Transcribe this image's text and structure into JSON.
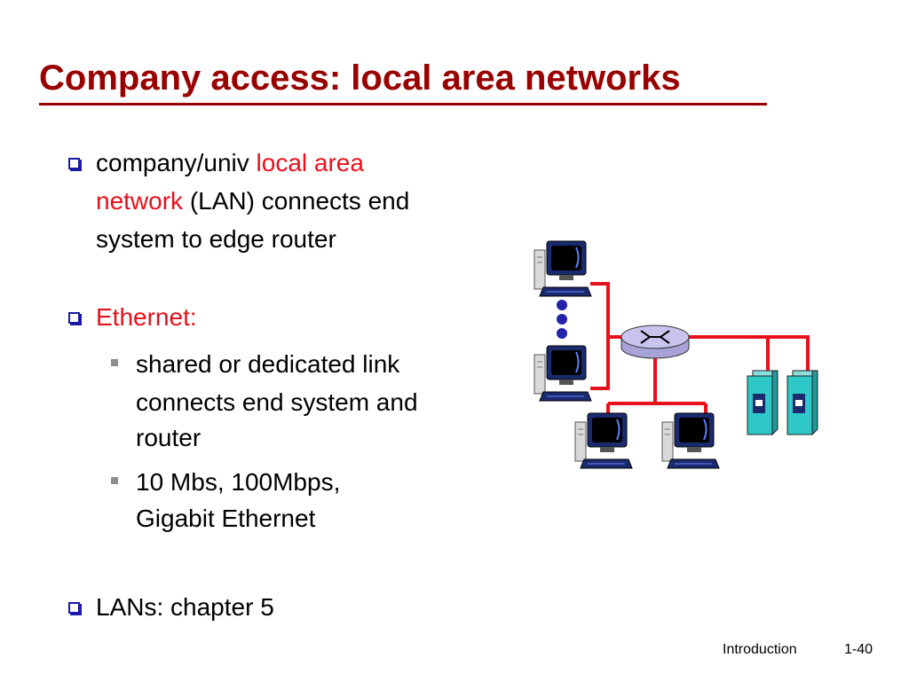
{
  "slide": {
    "title": "Company access: local area networks",
    "bullets": [
      {
        "line1_pre": "company/univ ",
        "line1_red": "local area",
        "line2_red": "network",
        "line2_post": " (LAN) connects end",
        "line3": "system to edge router"
      },
      {
        "label": "Ethernet:",
        "sub": [
          {
            "lines": [
              "shared or dedicated link",
              "connects end system and",
              "router"
            ]
          },
          {
            "lines": [
              "10 Mbs, 100Mbps,",
              "Gigabit Ethernet"
            ]
          }
        ]
      },
      {
        "text": "LANs:  chapter 5"
      }
    ],
    "footer": {
      "section": "Introduction",
      "page": "1-40"
    }
  },
  "colors": {
    "title": "#990000",
    "highlight": "#e8101a",
    "link_line": "#e8101a",
    "switch_fill": "#c8c4ee",
    "dots": "#2222aa",
    "server": "#2ec8c8",
    "bullet_box": "#1a1aa8"
  },
  "icons": [
    "computer-icon",
    "switch-icon",
    "server-icon",
    "ellipsis-dots-icon"
  ]
}
